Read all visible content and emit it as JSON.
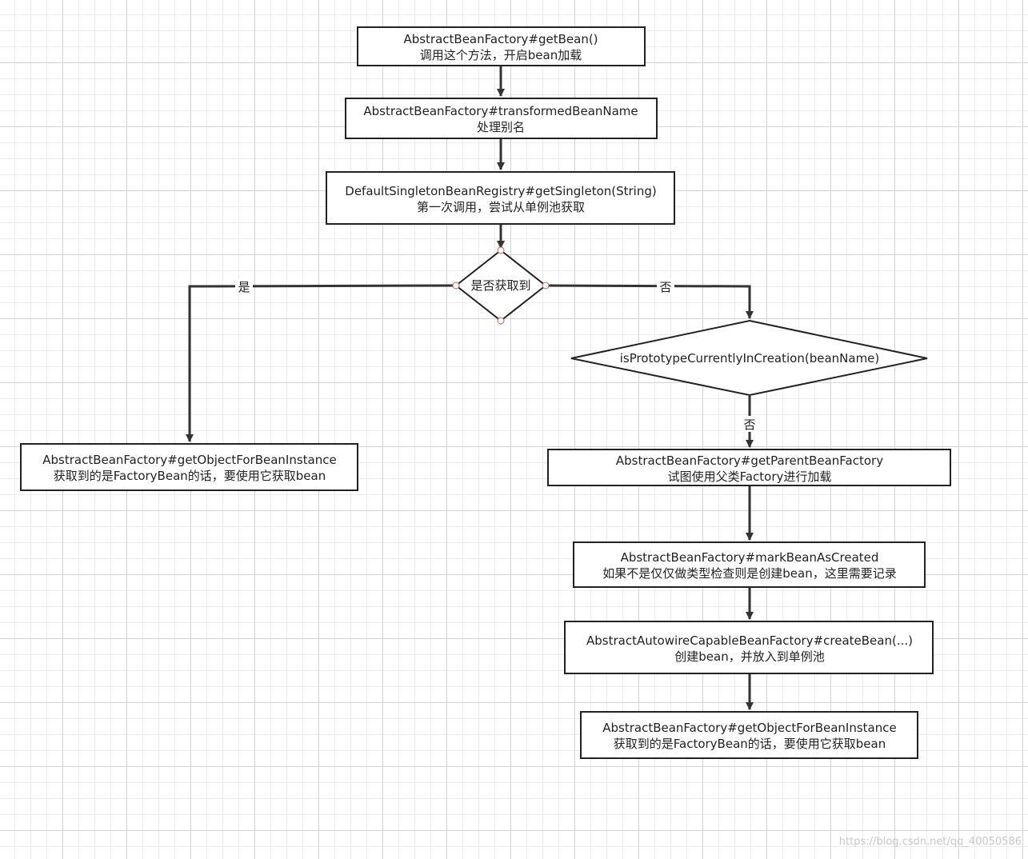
{
  "nodes": {
    "get_bean": {
      "line1": "AbstractBeanFactory#getBean()",
      "line2": "调用这个方法，开启bean加载"
    },
    "transform_name": {
      "line1": "AbstractBeanFactory#transformedBeanName",
      "line2": "处理别名"
    },
    "get_singleton": {
      "line1": "DefaultSingletonBeanRegistry#getSingleton(String)",
      "line2": "第一次调用，尝试从单例池获取"
    },
    "fetched_decision": {
      "label": "是否获取到"
    },
    "prototype_decision": {
      "label": "isPrototypeCurrentlyInCreation(beanName)"
    },
    "object_for_instance_left": {
      "line1": "AbstractBeanFactory#getObjectForBeanInstance",
      "line2": "获取到的是FactoryBean的话，要使用它获取bean"
    },
    "parent_factory": {
      "line1": "AbstractBeanFactory#getParentBeanFactory",
      "line2": "试图使用父类Factory进行加载"
    },
    "mark_created": {
      "line1": "AbstractBeanFactory#markBeanAsCreated",
      "line2": "如果不是仅仅做类型检查则是创建bean，这里需要记录"
    },
    "create_bean": {
      "line1": "AbstractAutowireCapableBeanFactory#createBean(...)",
      "line2": "创建bean，并放入到单例池"
    },
    "object_for_instance_right": {
      "line1": "AbstractBeanFactory#getObjectForBeanInstance",
      "line2": "获取到的是FactoryBean的话，要使用它获取bean"
    }
  },
  "edges": {
    "yes_label": "是",
    "no_label": "否",
    "no_label_2": "否"
  },
  "watermark": "https://blog.csdn.net/qq_40050586"
}
